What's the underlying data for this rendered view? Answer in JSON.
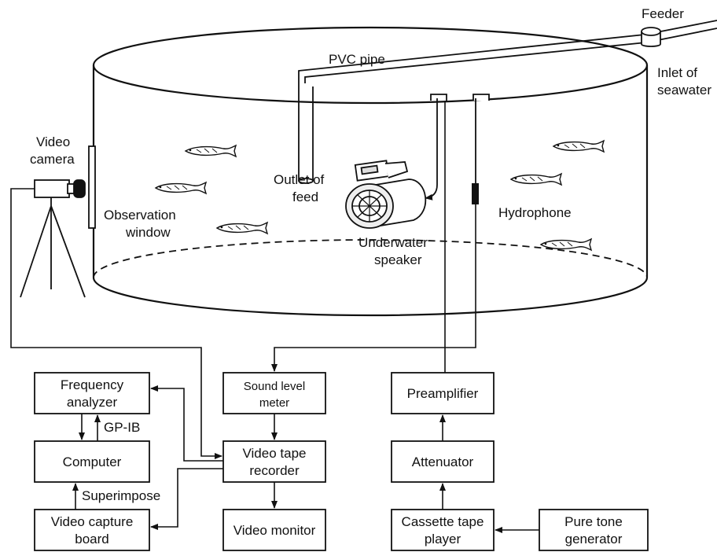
{
  "labels": {
    "feeder": "Feeder",
    "pvc_pipe": "PVC pipe",
    "inlet_line1": "Inlet of",
    "inlet_line2": "seawater",
    "video_camera_line1": "Video",
    "video_camera_line2": "camera",
    "outlet_line1": "Outlet of",
    "outlet_line2": "feed",
    "observation_line1": "Observation",
    "observation_line2": "window",
    "hydrophone": "Hydrophone",
    "speaker_line1": "Underwater",
    "speaker_line2": "speaker",
    "gpib": "GP-IB",
    "superimpose": "Superimpose"
  },
  "boxes": {
    "frequency_analyzer": [
      "Frequency",
      "analyzer"
    ],
    "computer": [
      "Computer"
    ],
    "video_capture_board": [
      "Video capture",
      "board"
    ],
    "sound_level_meter": [
      "Sound level",
      "meter"
    ],
    "video_tape_recorder": [
      "Video tape",
      "recorder"
    ],
    "video_monitor": [
      "Video monitor"
    ],
    "preamplifier": [
      "Preamplifier"
    ],
    "attenuator": [
      "Attenuator"
    ],
    "cassette_tape_player": [
      "Cassette tape",
      "player"
    ],
    "pure_tone_generator": [
      "Pure tone",
      "generator"
    ]
  },
  "colors": {
    "ink": "#111111",
    "background": "#ffffff"
  }
}
